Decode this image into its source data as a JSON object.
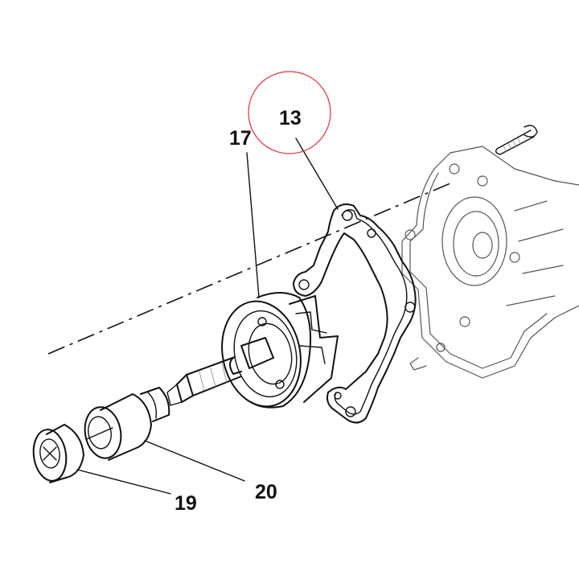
{
  "diagram": {
    "callouts": [
      {
        "id": "13",
        "text": "13",
        "highlighted": true
      },
      {
        "id": "17",
        "text": "17",
        "highlighted": false
      },
      {
        "id": "20",
        "text": "20",
        "highlighted": false
      },
      {
        "id": "19",
        "text": "19",
        "highlighted": false
      }
    ],
    "colors": {
      "highlight_ring": "#e0333c",
      "line": "#111111",
      "background": "#ffffff"
    }
  }
}
